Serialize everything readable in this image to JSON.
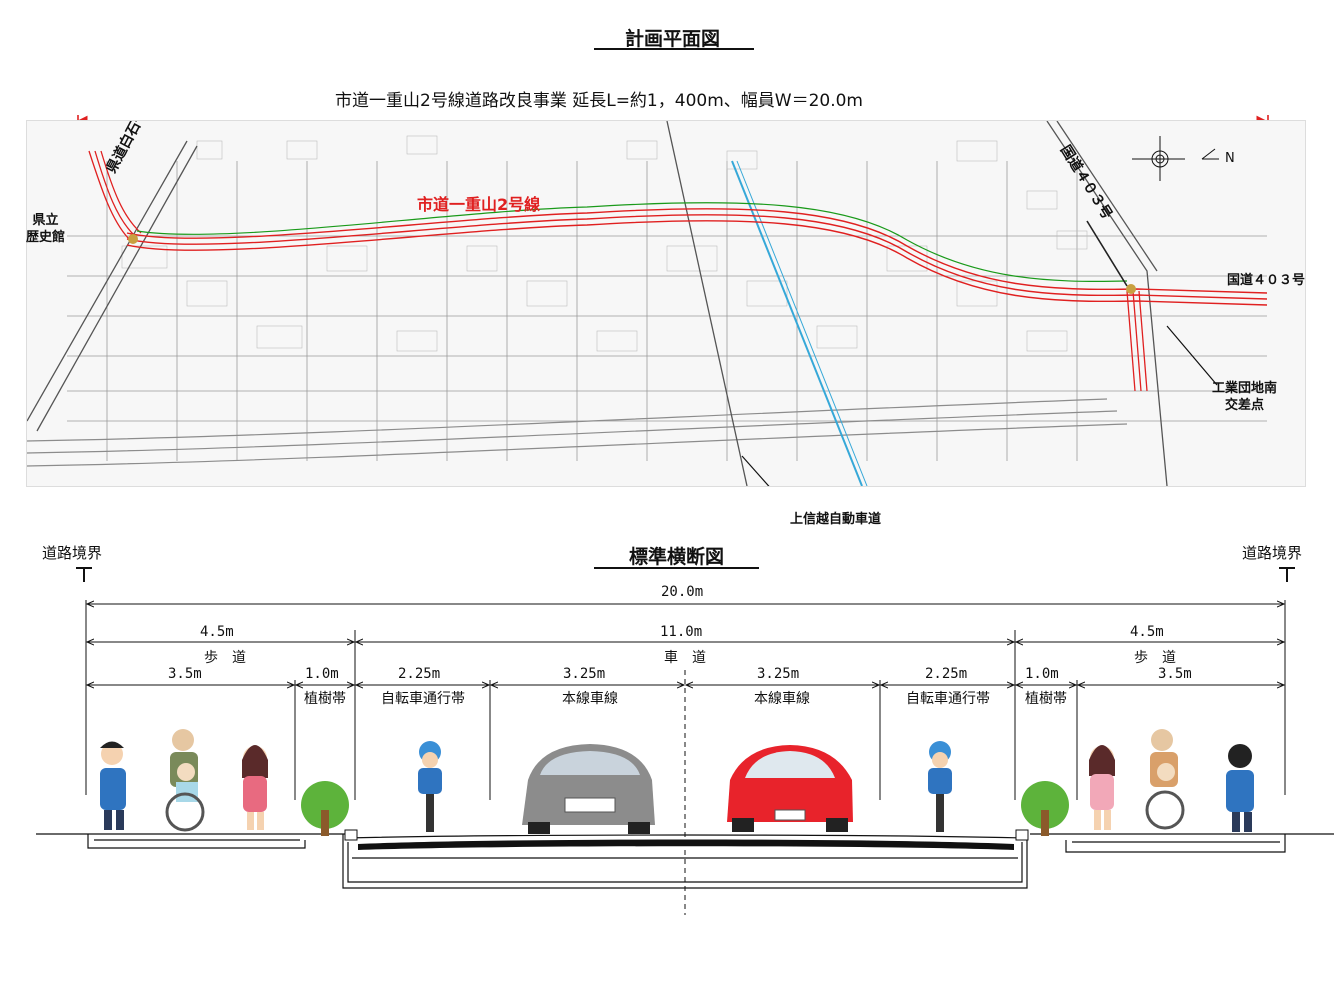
{
  "plan": {
    "title": "計画平面図",
    "project_label": "市道一重山2号線道路改良事業 延長L=約1，400m、幅員W＝20.0m",
    "road_name": "市道一重山2号線",
    "labels": {
      "pref_road": "県道白石千曲線",
      "museum": "県立\n歴史館",
      "national_route_top": "国道４０３号",
      "national_route_right": "国道４０３号",
      "intersection": "工業団地南\n交差点",
      "expressway": "上信越自動車道",
      "north": "N"
    },
    "colors": {
      "road": "#e02020",
      "green_line": "#1a9a1a",
      "water": "#36a8d8"
    }
  },
  "section": {
    "title": "標準横断図",
    "boundary_left": "道路境界",
    "boundary_right": "道路境界",
    "total_width": "20.0m",
    "left_walk_total": "4.5m",
    "carriageway_total": "11.0m",
    "right_walk_total": "4.5m",
    "left_walk_label": "歩　道",
    "carriageway_label": "車　道",
    "right_walk_label": "歩　道",
    "segments": [
      {
        "width": "3.5m",
        "name": ""
      },
      {
        "width": "1.0m",
        "name": "植樹帯"
      },
      {
        "width": "2.25m",
        "name": "自転車通行帯"
      },
      {
        "width": "3.25m",
        "name": "本線車線"
      },
      {
        "width": "3.25m",
        "name": "本線車線"
      },
      {
        "width": "2.25m",
        "name": "自転車通行帯"
      },
      {
        "width": "1.0m",
        "name": "植樹帯"
      },
      {
        "width": "3.5m",
        "name": ""
      }
    ],
    "colors": {
      "left_car": "#8c8c8c",
      "right_car": "#e8232b",
      "tree": "#5db33b"
    }
  }
}
